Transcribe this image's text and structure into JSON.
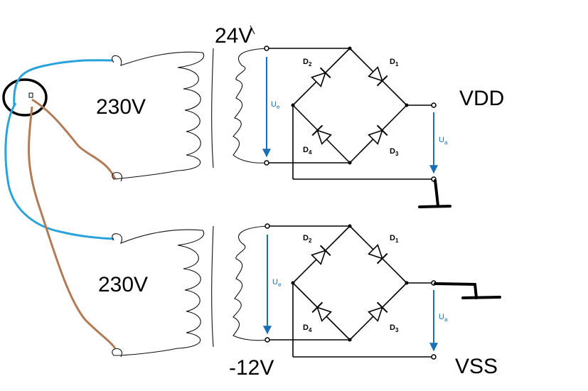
{
  "labels": {
    "transformer1_primary": "230V",
    "transformer1_secondary": "24V",
    "transformer2_primary": "230V",
    "transformer2_secondary": "-12V",
    "output_top": "VDD",
    "output_bottom": "VSS"
  },
  "bridge1": {
    "d1": {
      "main": "D",
      "sub": "1"
    },
    "d2": {
      "main": "D",
      "sub": "2"
    },
    "d3": {
      "main": "D",
      "sub": "3"
    },
    "d4": {
      "main": "D",
      "sub": "4"
    },
    "ue": {
      "main": "U",
      "sub": "e"
    },
    "ua": {
      "main": "U",
      "sub": "a"
    }
  },
  "bridge2": {
    "d1": {
      "main": "D",
      "sub": "1"
    },
    "d2": {
      "main": "D",
      "sub": "2"
    },
    "d3": {
      "main": "D",
      "sub": "3"
    },
    "d4": {
      "main": "D",
      "sub": "4"
    },
    "ue": {
      "main": "U",
      "sub": "e"
    },
    "ua": {
      "main": "U",
      "sub": "a"
    }
  },
  "colors": {
    "mains_blue": "#2aa3dc",
    "mains_brown": "#b27b55",
    "voltage_arrow": "#1a6fb5",
    "wire": "#000000"
  },
  "icons": [
    "wall-socket-icon",
    "diode-icon",
    "ground-icon",
    "transformer-coil-icon"
  ]
}
